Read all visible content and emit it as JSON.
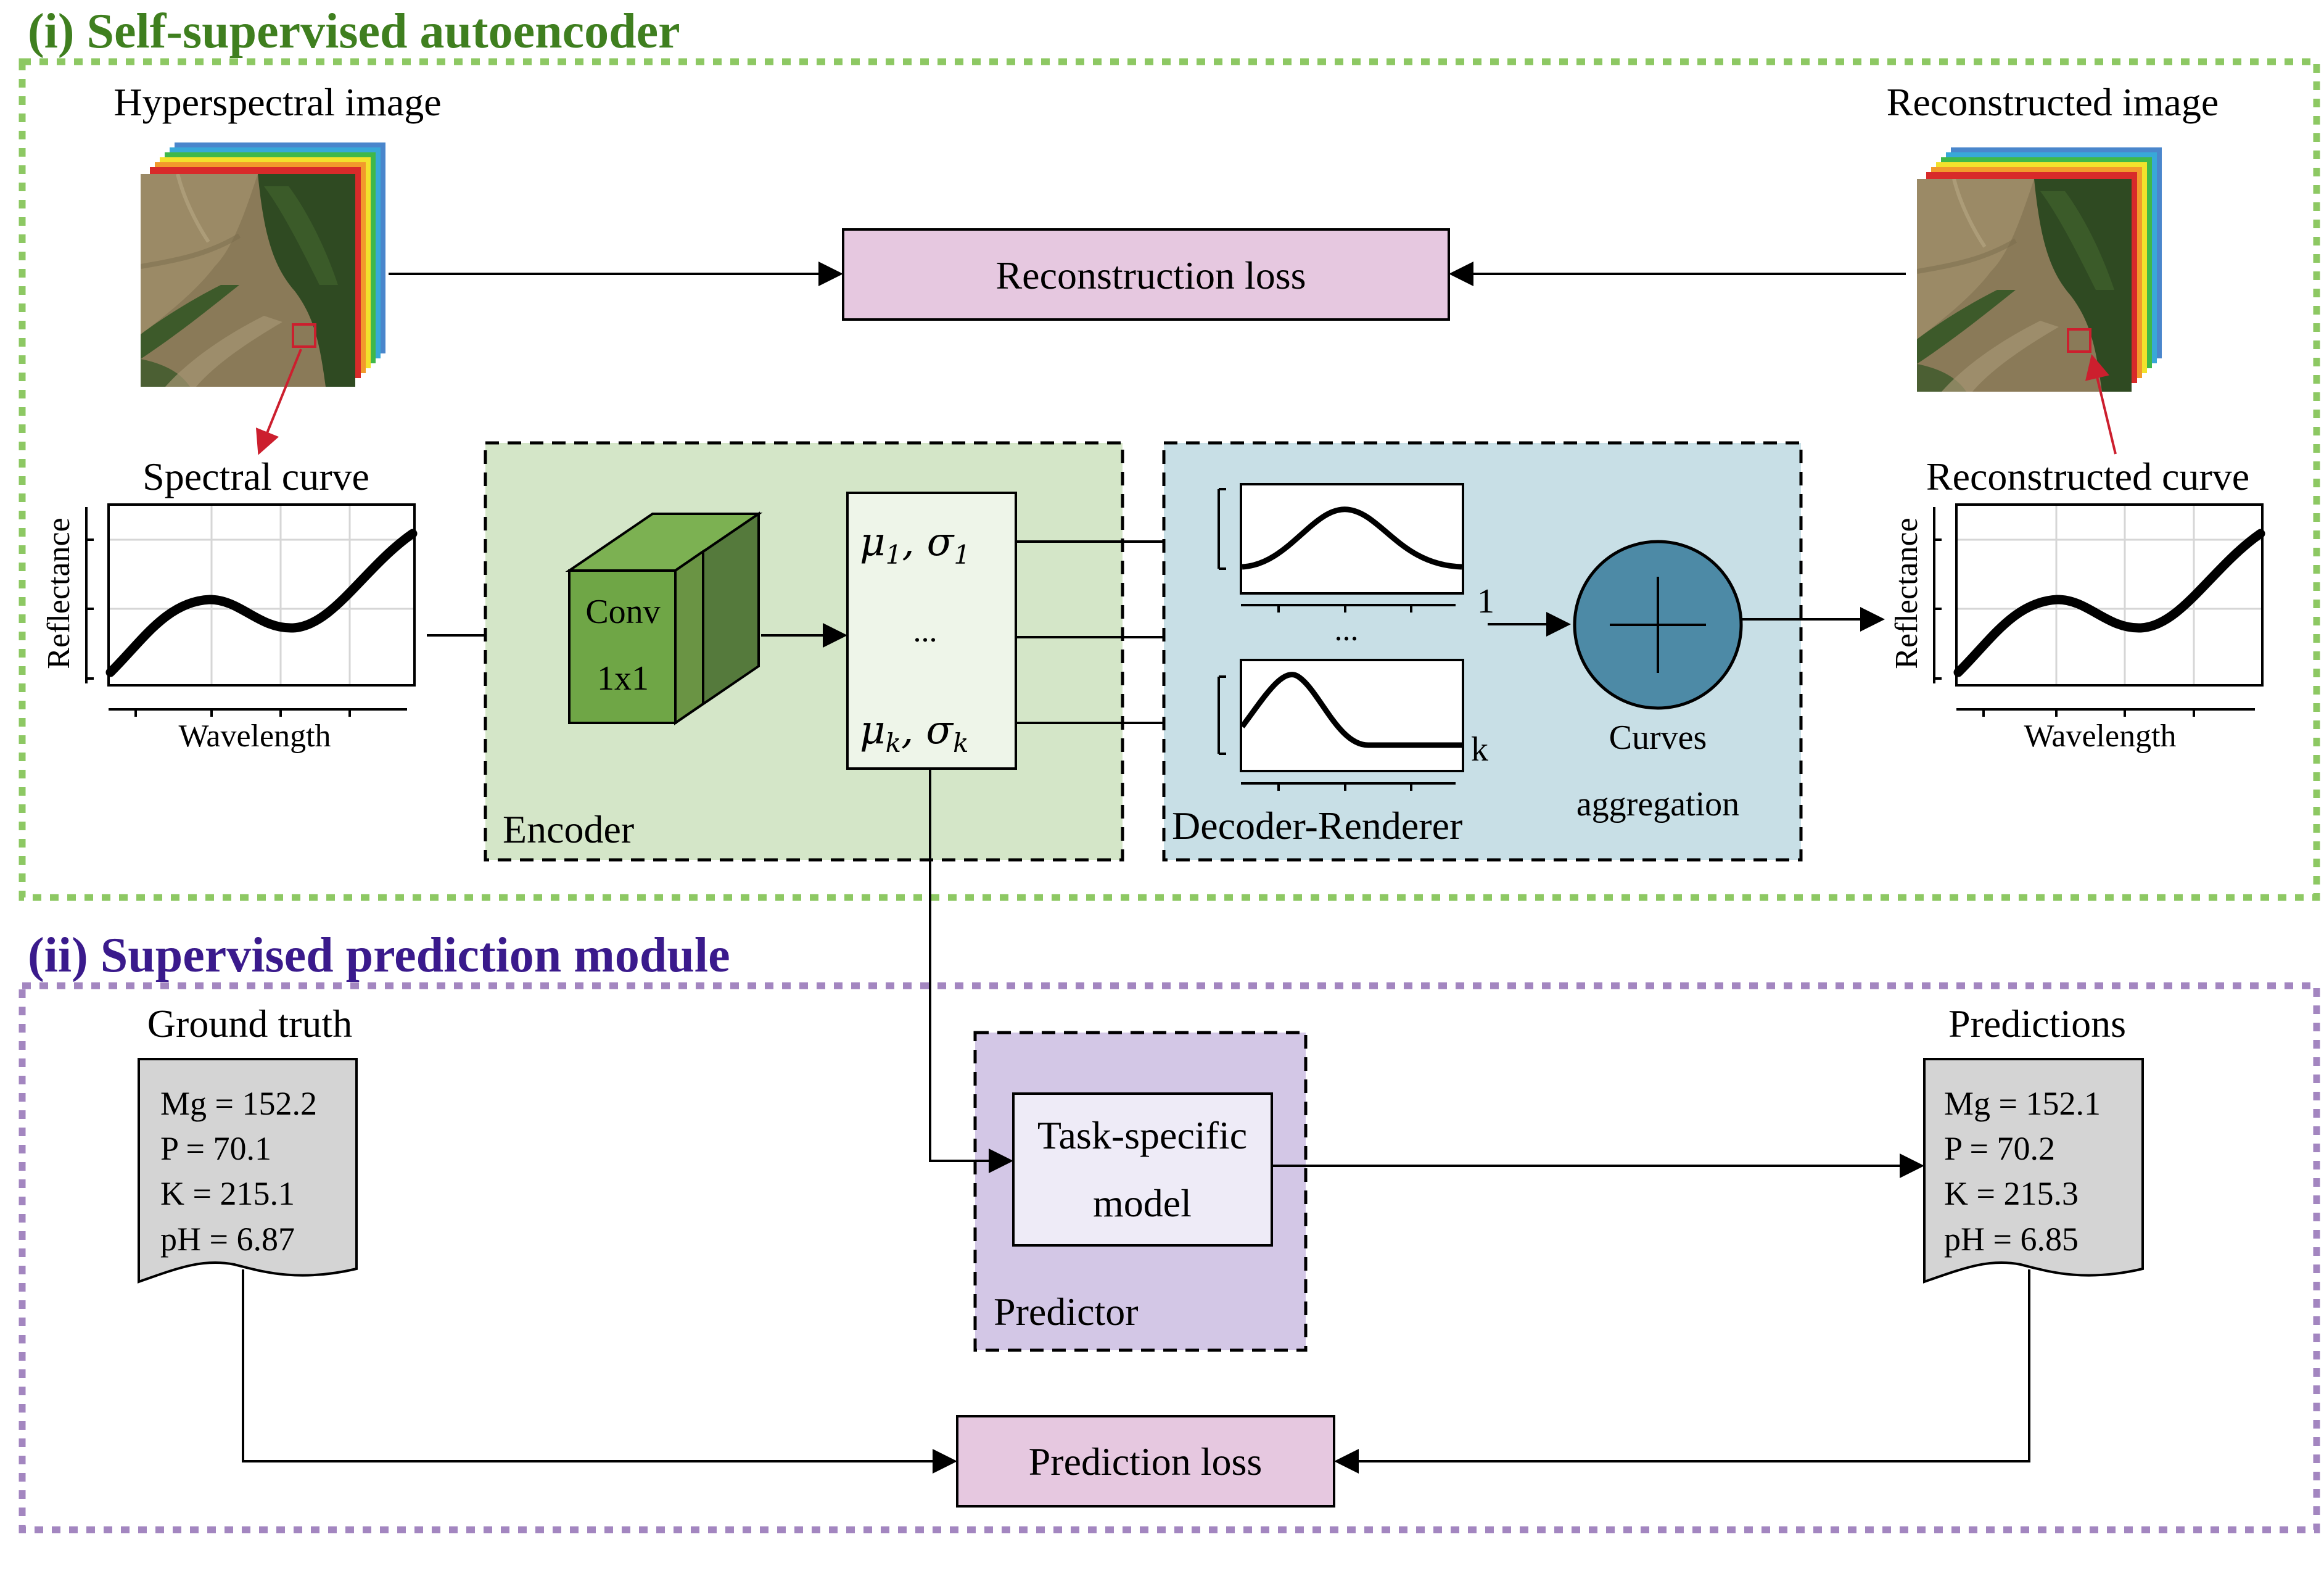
{
  "section1": {
    "title": "(i) Self-supervised autoencoder"
  },
  "section2": {
    "title": "(ii) Supervised prediction module"
  },
  "hyperspectral": {
    "label": "Hyperspectral image"
  },
  "reconstructed_image": {
    "label": "Reconstructed image"
  },
  "reconstruction_loss": {
    "label": "Reconstruction loss"
  },
  "spectral_curve": {
    "title": "Spectral curve",
    "xlabel": "Wavelength",
    "ylabel": "Reflectance"
  },
  "reconstructed_curve": {
    "title": "Reconstructed curve",
    "xlabel": "Wavelength",
    "ylabel": "Reflectance"
  },
  "encoder": {
    "label": "Encoder",
    "conv_line1": "Conv",
    "conv_line2": "1x1",
    "mu": "μ",
    "sigma": "σ",
    "comma": ",",
    "sub_first": "1",
    "sub_last": "k",
    "ellipsis": "..."
  },
  "decoder": {
    "label": "Decoder-Renderer",
    "ellipsis": "...",
    "index_first": "1",
    "index_last": "k",
    "aggregation_line1": "Curves",
    "aggregation_line2": "aggregation"
  },
  "ground_truth": {
    "label": "Ground truth",
    "lines": [
      "Mg = 152.2",
      "P = 70.1",
      "K = 215.1",
      "pH = 6.87"
    ]
  },
  "predictions": {
    "label": "Predictions",
    "lines": [
      "Mg = 152.1",
      "P = 70.2",
      "K = 215.3",
      "pH = 6.85"
    ]
  },
  "predictor": {
    "label": "Predictor",
    "model_line1": "Task-specific",
    "model_line2": "model"
  },
  "prediction_loss": {
    "label": "Prediction loss"
  },
  "colors": {
    "section1_border": "#8dc863",
    "section2_border": "#a386c0",
    "encoder_fill": "#d4e6c8",
    "decoder_fill": "#c8dfe6",
    "predictor_fill": "#d3c7e6",
    "loss_fill": "#e6c8e0",
    "conv_front": "#6fa646",
    "conv_side": "#557a3c",
    "aggregation_fill": "#4d8aa6",
    "doc_fill": "#d4d4d4",
    "patch_marker": "#cc1f2e"
  }
}
